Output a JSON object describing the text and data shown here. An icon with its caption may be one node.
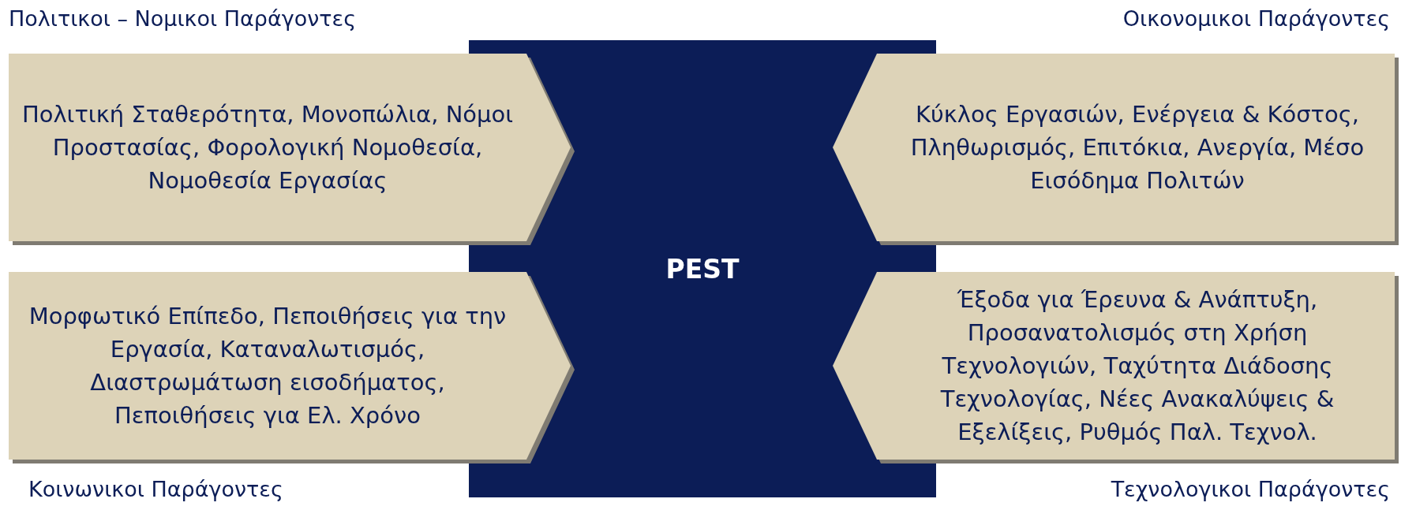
{
  "diagram": {
    "nodes": [
      {
        "text": [
          "Πολιτικοι – Νομικοι Παράγοντες",
          "Πολιτική Σταθερότητα, Μονοπώλια, Νόμοι Προστασίας, Φορολογική Νομοθεσία, Νομοθεσία Εργασίας"
        ]
      },
      {
        "text": [
          "Οικονομικοι Παράγοντες",
          "Κύκλος Εργασιών, Ενέργεια & Κόστος, Πληθωρισμός, Επιτόκια, Ανεργία, Μέσο Εισόδημα Πολιτών"
        ]
      },
      {
        "text": [
          "PEST"
        ]
      },
      {
        "text": [
          "Μορφωτικό Επίπεδο, Πεποιθήσεις για την Εργασία, Καταναλωτισμός, Διαστρωμάτωση εισοδήματος, Πεποιθήσεις για Ελ. Χρόνο",
          "Κοινωνικοι Παράγοντες"
        ]
      },
      {
        "text": [
          "Έξοδα για Έρευνα & Ανάπτυξη, Προσανατολισμός στη Χρήση Τεχνολογιών, Ταχύτητα Διάδοσης Τεχνολογίας, Νέες Ανακαλύψεις & Εξελίξεις, Ρυθμός Παλ. Τεχνολ.",
          "Τεχνολογικοι Παράγοντες"
        ]
      }
    ]
  }
}
